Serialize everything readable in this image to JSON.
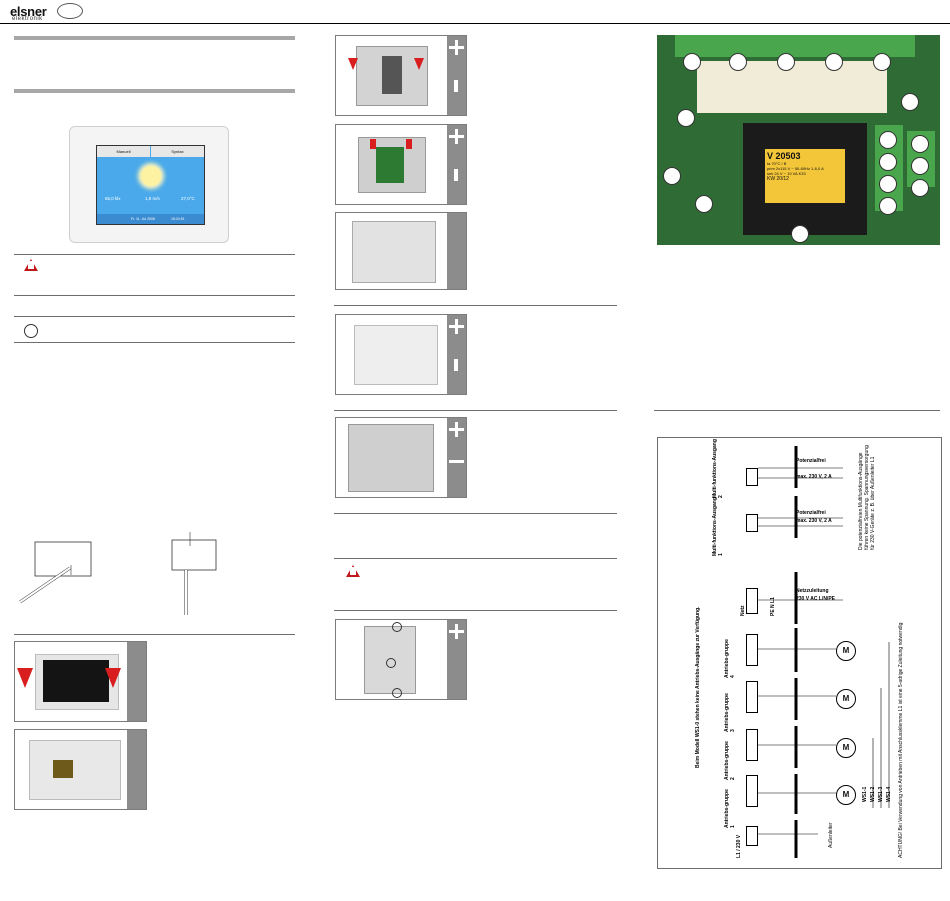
{
  "header": {
    "brand": "elsner",
    "brand_sub": "elektronik"
  },
  "tablet": {
    "tab_left": "Manuell",
    "tab_right": "Syntax",
    "brightness": "65,0 klx",
    "wind": "1,8 m/s",
    "temperature": "27,0°C",
    "footer_date": "Fr. 11. Jul 2008",
    "footer_time": "15:24:51"
  },
  "wiring": {
    "side_note": "Beim Modell WS1-0 stehen keine Antriebs-Ausgänge zur Verfügung.",
    "output2_label": "Multi-funktions-Ausgang 2",
    "output1_label": "Multi-funktions-Ausgang 1",
    "output_spec_title": "Potenzialfrei",
    "output_spec": "max. 230 V, 2 A",
    "output_note": "Die potenzialfreien Multifunktions-Ausgänge führen keine Spannung. Spannungsversorgung für 230 V-Geräte z. B. über Außenleiter L1",
    "netz_label": "Netz",
    "netz_terminals": "PE N L1",
    "netz_spec_title": "Netzzuleitung",
    "netz_spec": "230 V AC L/N/PE",
    "group4_label": "Antriebs-gruppe 4",
    "group3_label": "Antriebs-gruppe 3",
    "group2_label": "Antriebs-gruppe 2",
    "group1_label": "Antriebs-gruppe 1",
    "l1_label": "L1 / 230 V",
    "aussenleiter": "Außenleiter",
    "motor": "M",
    "models": [
      "WS1-1",
      "WS1-2",
      "WS1-3",
      "WS1-4"
    ],
    "warning": "ACHTUNG! Bei Verwendung von Antrieben mit Anschlussklemme L1 ist eine 5-adrige Zuleitung notwendig"
  },
  "pcb": {
    "transformer_model": "V 20503",
    "transformer_l1": "ta 70°C / B",
    "transformer_l2": "prim 2x115 V ~ 50-60Hz 1-6,0 A",
    "transformer_l3": "sek 24 V ~ 19 VA  K33",
    "transformer_l4": "KW 20/12"
  }
}
